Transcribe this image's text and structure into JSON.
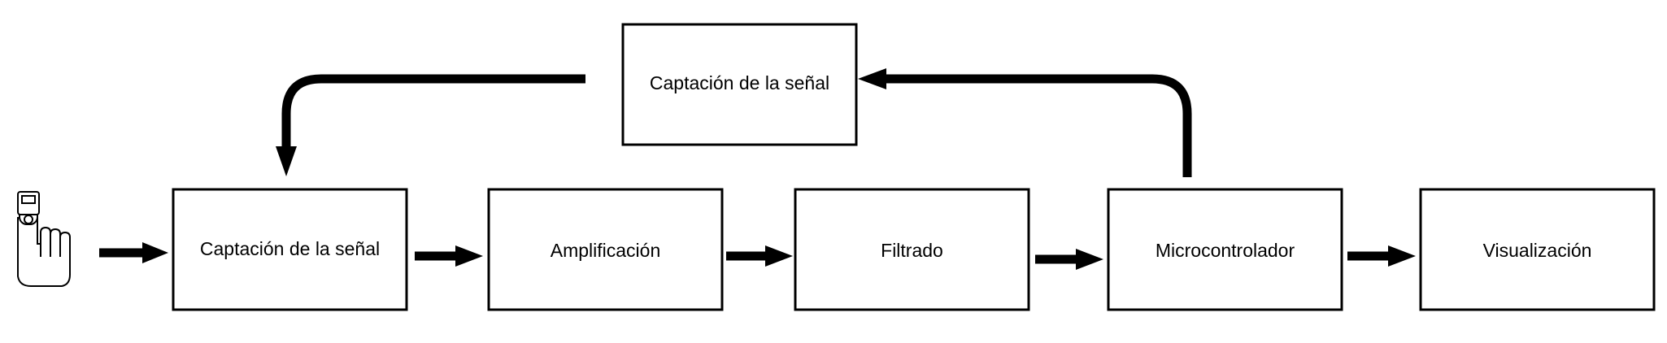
{
  "blocks": {
    "top": "Captación de la señal",
    "capture": "Captación de la señal",
    "amplification": "Amplificación",
    "filtering": "Filtrado",
    "microcontroller": "Microcontrolador",
    "visualization": "Visualización"
  },
  "icons": {
    "input_device": "finger-pulse-oximeter-icon"
  },
  "colors": {
    "stroke": "#000000",
    "background": "#ffffff"
  }
}
